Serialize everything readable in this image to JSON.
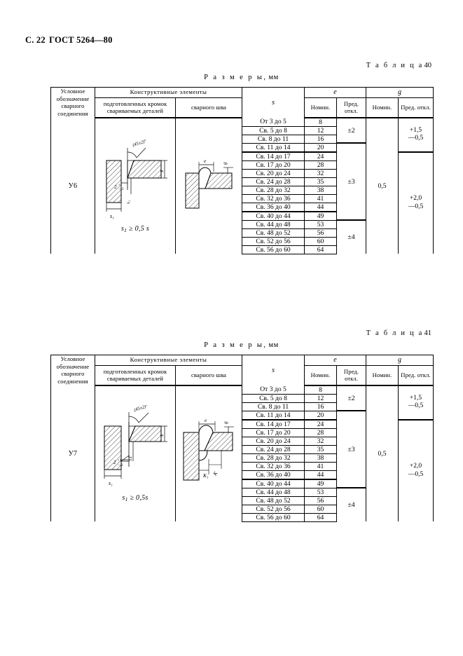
{
  "page": {
    "number_label": "С. 22",
    "standard": "ГОСТ 5264—80"
  },
  "sections": [
    {
      "caption_word": "Т а б л и ц а",
      "caption_number": "40",
      "size_note": "Р а з м е р ы,",
      "size_units": "мм",
      "joint_code": "У6",
      "figure_note_text": "s",
      "figure_note_sub": "1",
      "figure_note_rest": " ≥ 0,5 s",
      "headers": {
        "col_code": "Условное обозначение сварного соединения",
        "col_elements": "Конструктивные элементы",
        "col_edges": "подготовленных кромок свариваемых деталей",
        "col_seam": "сварного шва",
        "col_s": "s",
        "col_e": "e",
        "col_g": "g",
        "nominal": "Номин.",
        "deviation": "Пред. откл."
      },
      "e_nominal_tolerances": [
        {
          "value": "±2",
          "rows": 3
        },
        {
          "value": "±3",
          "rows": 9
        },
        {
          "value": "±4",
          "rows": 5
        }
      ],
      "g_nominal": "0,5",
      "g_deviations": [
        {
          "value_pos": "+1,5",
          "value_neg": "—0,5",
          "rows": 4
        },
        {
          "value_pos": "+2,0",
          "value_neg": "—0,5",
          "rows": 13
        }
      ],
      "rows": [
        {
          "s": "От 3 до 5",
          "e": "8"
        },
        {
          "s": "Св. 5 до 8",
          "e": "12"
        },
        {
          "s": "Св. 8 до 11",
          "e": "16"
        },
        {
          "s": "Св. 11 до 14",
          "e": "20"
        },
        {
          "s": "Св. 14 до 17",
          "e": "24"
        },
        {
          "s": "Св. 17 до 20",
          "e": "28"
        },
        {
          "s": "Св. 20 до 24",
          "e": "32"
        },
        {
          "s": "Св. 24 до 28",
          "e": "35"
        },
        {
          "s": "Св. 28 до 32",
          "e": "38"
        },
        {
          "s": "Св. 32 до 36",
          "e": "41"
        },
        {
          "s": "Св. 36 до 40",
          "e": "44"
        },
        {
          "s": "Св. 40 до 44",
          "e": "49"
        },
        {
          "s": "Св. 44 до 48",
          "e": "53"
        },
        {
          "s": "Св. 48 до 52",
          "e": "56"
        },
        {
          "s": "Св. 52 до 56",
          "e": "60"
        },
        {
          "s": "Св. 56 до 60",
          "e": "64"
        }
      ],
      "drawing_labels": {
        "angle": "(45±2)°",
        "gap": "2",
        "gap_sup": "+1",
        "gap_sub": "—2",
        "thickness_s": "s",
        "thickness_s1": "s",
        "thickness_s1_sub": "1",
        "seam_width": "e",
        "seam_height": "g"
      }
    },
    {
      "caption_word": "Т а б л и ц а",
      "caption_number": "41",
      "size_note": "Р а з м е р ы,",
      "size_units": "мм",
      "joint_code": "У7",
      "figure_note_text": "s",
      "figure_note_sub": "1",
      "figure_note_rest": " ≥ 0,5s",
      "headers": {
        "col_code": "Условное обозначение сварного соединения",
        "col_elements": "Конструктивные элементы",
        "col_edges": "подготовленных кромок свариваемых деталей",
        "col_seam": "сварного шва",
        "col_s": "s",
        "col_e": "e",
        "col_g": "g",
        "nominal": "Номин.",
        "deviation": "Пред. откл."
      },
      "e_nominal_tolerances": [
        {
          "value": "±2",
          "rows": 3
        },
        {
          "value": "±3",
          "rows": 9
        },
        {
          "value": "±4",
          "rows": 5
        }
      ],
      "g_nominal": "0,5",
      "g_deviations": [
        {
          "value_pos": "+1,5",
          "value_neg": "—0,5",
          "rows": 4
        },
        {
          "value_pos": "+2,0",
          "value_neg": "—0,5",
          "rows": 13
        }
      ],
      "rows": [
        {
          "s": "От 3 до 5",
          "e": "8"
        },
        {
          "s": "Св. 5 до 8",
          "e": "12"
        },
        {
          "s": "Св. 8 до 11",
          "e": "16"
        },
        {
          "s": "Св. 11 до 14",
          "e": "20"
        },
        {
          "s": "Св. 14 до 17",
          "e": "24"
        },
        {
          "s": "Св. 17 до 20",
          "e": "28"
        },
        {
          "s": "Св. 20 до 24",
          "e": "32"
        },
        {
          "s": "Св. 24 до 28",
          "e": "35"
        },
        {
          "s": "Св. 28 до 32",
          "e": "38"
        },
        {
          "s": "Св. 32 до 36",
          "e": "41"
        },
        {
          "s": "Св. 36 до 40",
          "e": "44"
        },
        {
          "s": "Св. 40 до 44",
          "e": "49"
        },
        {
          "s": "Св. 44 до 48",
          "e": "53"
        },
        {
          "s": "Св. 48 до 52",
          "e": "56"
        },
        {
          "s": "Св. 52 до 56",
          "e": "60"
        },
        {
          "s": "Св. 56 до 60",
          "e": "64"
        }
      ],
      "drawing_labels": {
        "angle": "(45±2)°",
        "gap": "2",
        "gap_sup": "+1",
        "gap_sub": "—2",
        "thickness_s": "s",
        "thickness_s1": "s",
        "thickness_s1_sub": "1",
        "seam_width": "e",
        "seam_height": "g",
        "leg_k": "K",
        "leg_k1": "K",
        "leg_k1_sub": "1"
      }
    }
  ]
}
